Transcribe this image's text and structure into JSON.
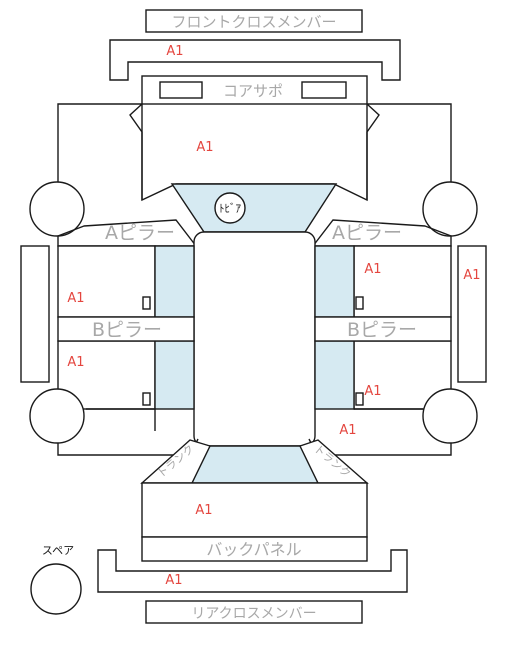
{
  "labels": {
    "front_cross_member": "フロントクロスメンバー",
    "core_support": "コアサポ",
    "a_pillar": "Aピラー",
    "b_pillar": "Bピラー",
    "back_panel": "バックパネル",
    "rear_cross_member": "リアクロスメンバー",
    "spare": "スペア",
    "trunk": "トランク",
    "hood_mark": "ﾄﾋﾞｱ"
  },
  "grades": {
    "front_member": "A1",
    "hood": "A1",
    "right_fender": "A1",
    "right_side": "A1",
    "left_front_door": "A1",
    "left_rear_door": "A1",
    "right_rear_door": "A1",
    "right_quarter": "A1",
    "trunk": "A1",
    "rear_member": "A1"
  },
  "colors": {
    "outline": "#1a1a1a",
    "glass": "#d6eaf2",
    "label_gray": "#a8a8a8",
    "grade_red": "#e4463f"
  }
}
